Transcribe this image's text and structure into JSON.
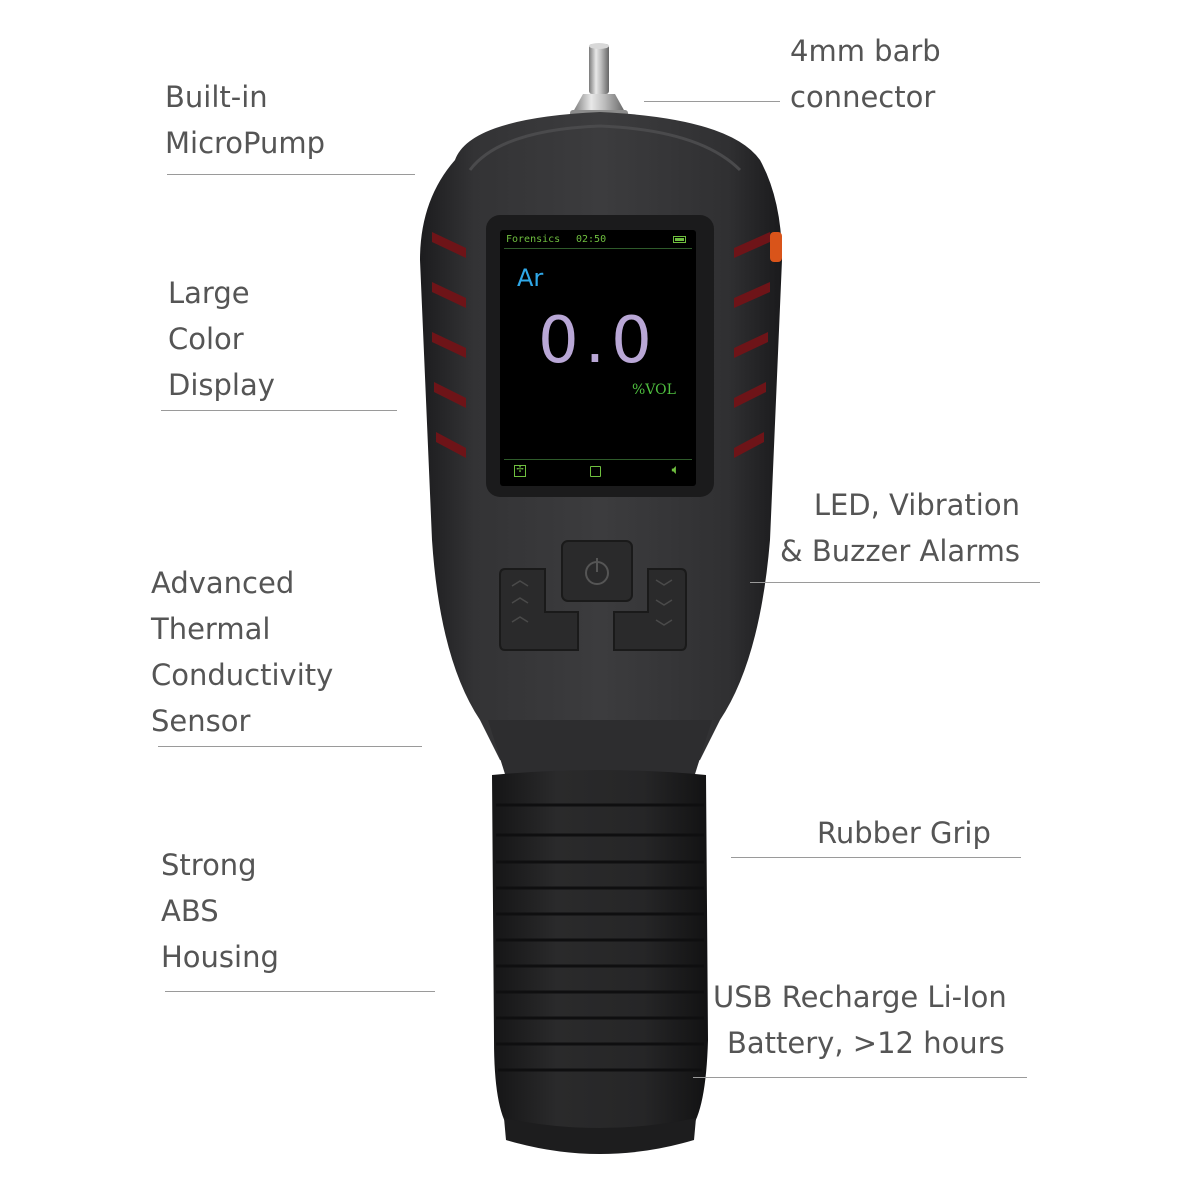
{
  "callouts": {
    "barb": [
      "4mm barb",
      "connector"
    ],
    "pump": [
      "Built-in",
      "MicroPump"
    ],
    "display": [
      "Large",
      "Color",
      "Display"
    ],
    "alarms": [
      "LED, Vibration",
      "& Buzzer Alarms"
    ],
    "sensor": [
      "Advanced",
      "Thermal",
      "Conductivity",
      "Sensor"
    ],
    "grip": [
      "Rubber Grip"
    ],
    "housing": [
      "Strong",
      "ABS",
      "Housing"
    ],
    "battery": [
      "USB Recharge Li-Ion",
      "Battery, >12 hours"
    ]
  },
  "screen": {
    "mode": "Forensics",
    "time": "02:50",
    "gas": "Ar",
    "reading": "0.0",
    "unit": "%VOL",
    "battery_icon": "battery-full-icon",
    "softkeys": [
      "fan-icon",
      "square-icon",
      "speaker-icon"
    ]
  },
  "colors": {
    "body": "#2b2b2d",
    "accent_red": "#8a1a1e",
    "screen_bg": "#000000",
    "gas_label": "#2fa8e8",
    "reading": "#b9a7d6",
    "unit": "#4fbf3f",
    "status_bar": "#6fbf3f"
  }
}
